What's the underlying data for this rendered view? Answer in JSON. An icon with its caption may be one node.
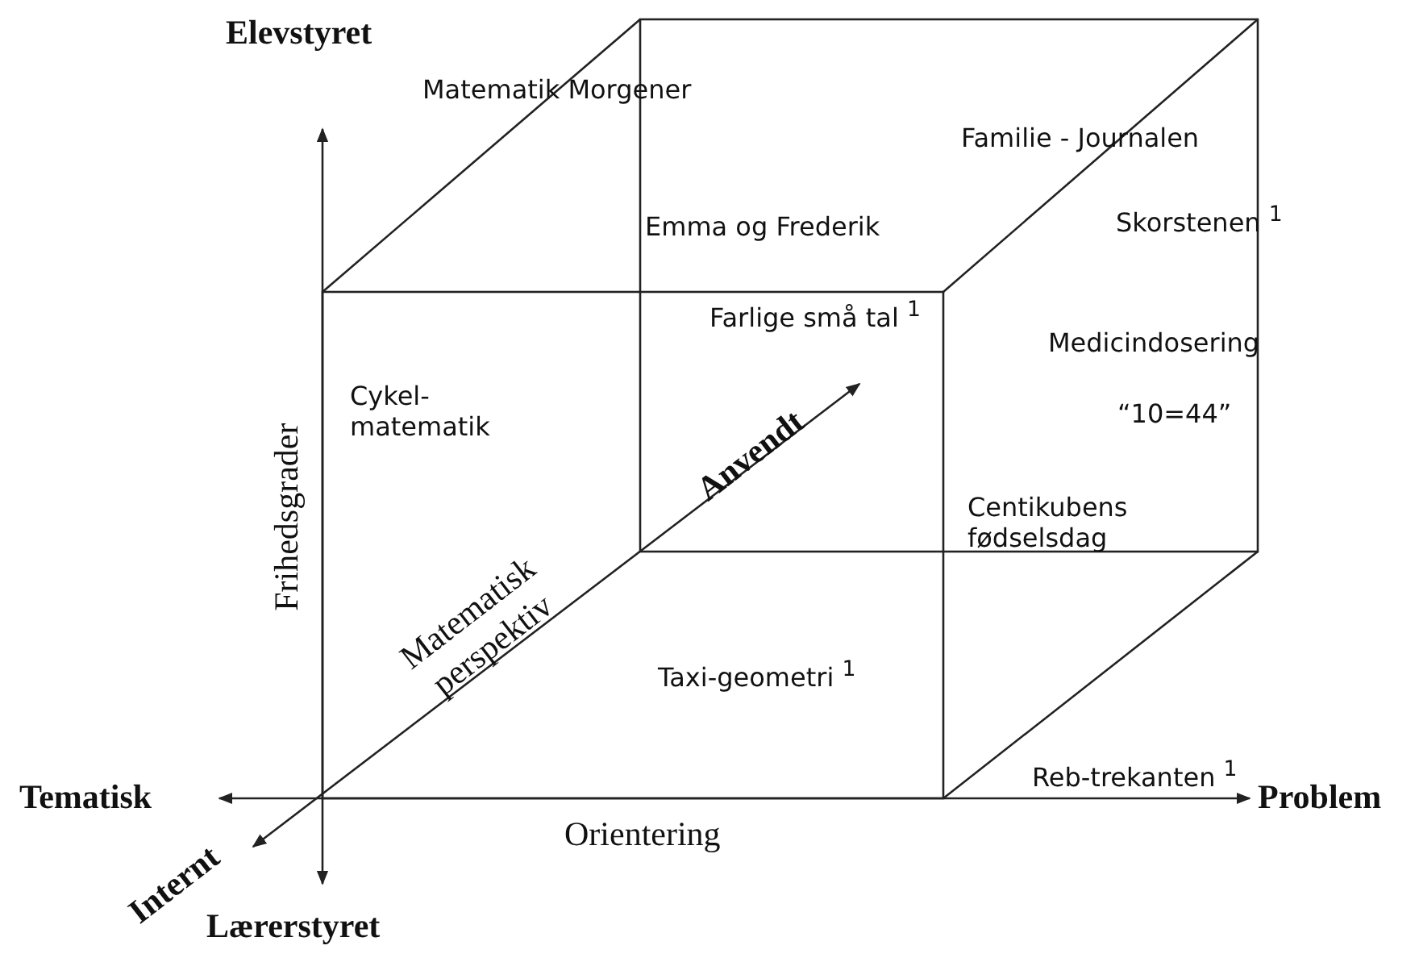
{
  "diagram": {
    "labels": [
      "Elevstyret",
      "Matematik Morgener",
      "Familie - Journalen",
      "Emma og Frederik",
      "Skorstenen $^{1}$",
      "Farlige små tal $^{1}$",
      "Medicindosering",
      "Cykel- matematik",
      "“10=44”",
      "Anvendt",
      "Centikubens fødselsdag",
      "Frihedsgrader",
      "Matematisk perspektiv",
      "Taxi-geometri $^{1}$",
      "Reb-trekanten $^{1}$",
      "Tematisk",
      "Problem",
      "Orientering",
      "Internt",
      "Lærerstyret"
    ]
  }
}
